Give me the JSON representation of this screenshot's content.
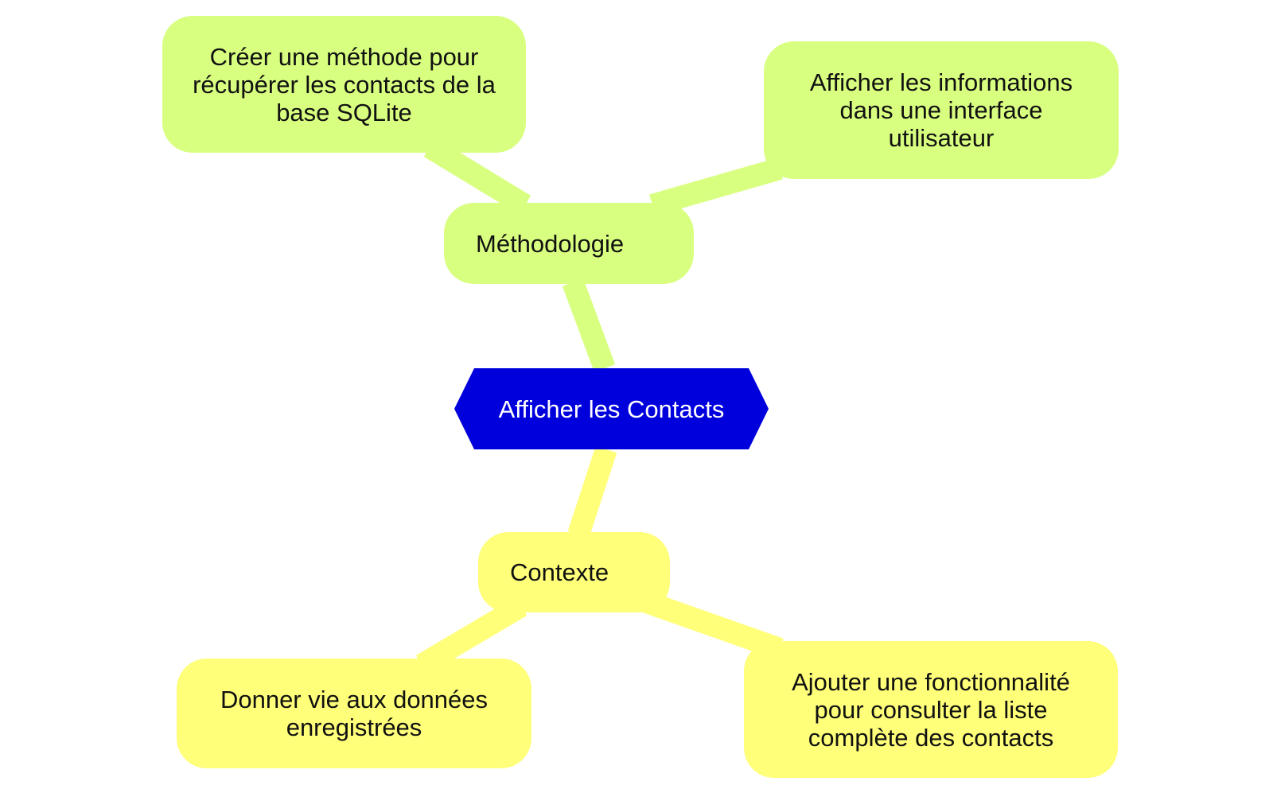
{
  "colors": {
    "center_fill": "#0000dd",
    "center_text": "#ffffff",
    "methodologie_branch": "#d9ff80",
    "contexte_branch": "#ffff7a",
    "node_text": "#111111"
  },
  "mindmap": {
    "center": {
      "label": "Afficher les Contacts",
      "shape": "hexagon"
    },
    "branches": [
      {
        "label": "Méthodologie",
        "color": "#d9ff80",
        "children": [
          "Créer une méthode pour récupérer les contacts de la base SQLite",
          "Afficher les informations dans une interface utilisateur"
        ]
      },
      {
        "label": "Contexte",
        "color": "#ffff7a",
        "children": [
          "Donner vie aux données enregistrées",
          "Ajouter une fonctionnalité pour consulter la liste complète des contacts"
        ]
      }
    ]
  }
}
